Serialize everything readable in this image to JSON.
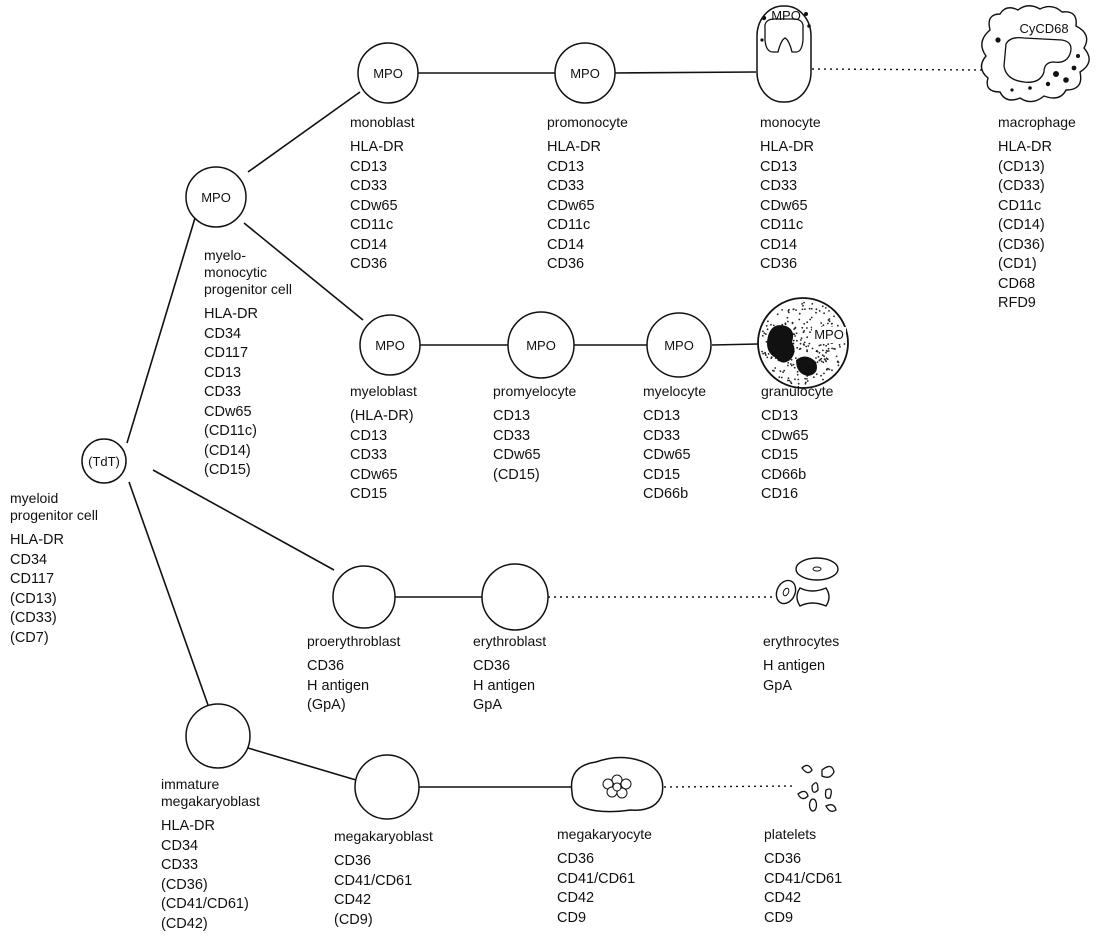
{
  "cells": {
    "myeloid_progenitor": {
      "name": "myeloid\nprogenitor cell",
      "circle_label": "(TdT)",
      "markers": [
        "HLA-DR",
        "CD34",
        "CD117",
        "(CD13)",
        "(CD33)",
        "(CD7)"
      ]
    },
    "myelomonocytic_progenitor": {
      "name": "myelo-\nmonocytic\nprogenitor cell",
      "circle_label": "MPO",
      "markers": [
        "HLA-DR",
        "CD34",
        "CD117",
        "CD13",
        "CD33",
        "CDw65",
        "(CD11c)",
        "(CD14)",
        "(CD15)"
      ]
    },
    "monoblast": {
      "name": "monoblast",
      "circle_label": "MPO",
      "markers": [
        "HLA-DR",
        "CD13",
        "CD33",
        "CDw65",
        "CD11c",
        "CD14",
        "CD36"
      ]
    },
    "promonocyte": {
      "name": "promonocyte",
      "circle_label": "MPO",
      "markers": [
        "HLA-DR",
        "CD13",
        "CD33",
        "CDw65",
        "CD11c",
        "CD14",
        "CD36"
      ]
    },
    "monocyte": {
      "name": "monocyte",
      "circle_label": "MPO",
      "markers": [
        "HLA-DR",
        "CD13",
        "CD33",
        "CDw65",
        "CD11c",
        "CD14",
        "CD36"
      ]
    },
    "macrophage": {
      "name": "macrophage",
      "circle_label": "CyCD68",
      "markers": [
        "HLA-DR",
        "(CD13)",
        "(CD33)",
        "CD11c",
        "(CD14)",
        "(CD36)",
        "(CD1)",
        "CD68",
        "RFD9"
      ]
    },
    "myeloblast": {
      "name": "myeloblast",
      "circle_label": "MPO",
      "markers": [
        "(HLA-DR)",
        "CD13",
        "CD33",
        "CDw65",
        "CD15"
      ]
    },
    "promyelocyte": {
      "name": "promyelocyte",
      "circle_label": "MPO",
      "markers": [
        "CD13",
        "CD33",
        "CDw65",
        "(CD15)"
      ]
    },
    "myelocyte": {
      "name": "myelocyte",
      "circle_label": "MPO",
      "markers": [
        "CD13",
        "CD33",
        "CDw65",
        "CD15",
        "CD66b"
      ]
    },
    "granulocyte": {
      "name": "granulocyte",
      "circle_label": "MPO",
      "markers": [
        "CD13",
        "CDw65",
        "CD15",
        "CD66b",
        "CD16"
      ]
    },
    "proerythroblast": {
      "name": "proerythroblast",
      "markers": [
        "CD36",
        "H antigen",
        "(GpA)"
      ]
    },
    "erythroblast": {
      "name": "erythroblast",
      "markers": [
        "CD36",
        "H antigen",
        "GpA"
      ]
    },
    "erythrocytes": {
      "name": "erythrocytes",
      "markers": [
        "H antigen",
        "GpA"
      ]
    },
    "immature_megakaryoblast": {
      "name": "immature\nmegakaryoblast",
      "markers": [
        "HLA-DR",
        "CD34",
        "CD33",
        "(CD36)",
        "(CD41/CD61)",
        "(CD42)"
      ]
    },
    "megakaryoblast": {
      "name": "megakaryoblast",
      "markers": [
        "CD36",
        "CD41/CD61",
        "CD42",
        "(CD9)"
      ]
    },
    "megakaryocyte": {
      "name": "megakaryocyte",
      "markers": [
        "CD36",
        "CD41/CD61",
        "CD42",
        "CD9"
      ]
    },
    "platelets": {
      "name": "platelets",
      "markers": [
        "CD36",
        "CD41/CD61",
        "CD42",
        "CD9"
      ]
    }
  }
}
